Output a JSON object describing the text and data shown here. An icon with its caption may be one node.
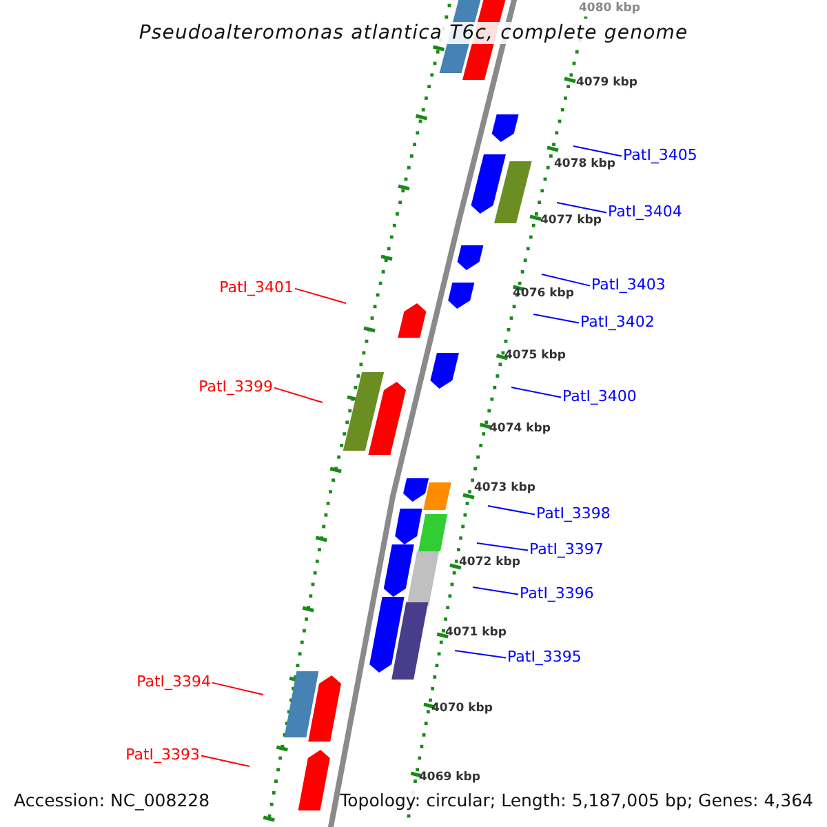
{
  "diagram": {
    "title": "Pseudoalteromonas atlantica T6c, complete genome",
    "nodes": [
      {
        "text": [
          "PatI_3405"
        ]
      },
      {
        "text": [
          "PatI_3404"
        ]
      },
      {
        "text": [
          "PatI_3403"
        ]
      },
      {
        "text": [
          "PatI_3401"
        ]
      },
      {
        "text": [
          "PatI_3402"
        ]
      },
      {
        "text": [
          "PatI_3399"
        ]
      },
      {
        "text": [
          "PatI_3400"
        ]
      },
      {
        "text": [
          "PatI_3398"
        ]
      },
      {
        "text": [
          "PatI_3397"
        ]
      },
      {
        "text": [
          "PatI_3396"
        ]
      },
      {
        "text": [
          "PatI_3395"
        ]
      },
      {
        "text": [
          "PatI_3394"
        ]
      },
      {
        "text": [
          "PatI_3393"
        ]
      }
    ],
    "edges": [
      {
        "from": 0,
        "to": null,
        "arrow": "none"
      },
      {
        "from": 1,
        "to": null,
        "arrow": "none"
      },
      {
        "from": 2,
        "to": null,
        "arrow": "none"
      },
      {
        "from": 3,
        "to": null,
        "arrow": "none",
        "color": "#ff0000"
      },
      {
        "from": 4,
        "to": null,
        "arrow": "none"
      },
      {
        "from": 5,
        "to": null,
        "arrow": "none",
        "color": "#ff0000"
      },
      {
        "from": 6,
        "to": null,
        "arrow": "none"
      },
      {
        "from": 7,
        "to": null,
        "arrow": "none"
      },
      {
        "from": 8,
        "to": null,
        "arrow": "none"
      },
      {
        "from": 9,
        "to": null,
        "arrow": "none"
      },
      {
        "from": 10,
        "to": null,
        "arrow": "none"
      },
      {
        "from": 11,
        "to": null,
        "arrow": "none",
        "color": "#ff0000"
      },
      {
        "from": 12,
        "to": null,
        "arrow": "none",
        "color": "#ff0000"
      }
    ],
    "labels": [
      "4080 kbp",
      "4079 kbp",
      "4078 kbp",
      "4077 kbp",
      "4076 kbp",
      "4075 kbp",
      "4074 kbp",
      "4073 kbp",
      "4072 kbp",
      "4071 kbp",
      "4070 kbp",
      "4069 kbp",
      "Accession: NC_008228",
      "Topology: circular; Length: 5,187,005 bp; Genes: 4,364"
    ]
  }
}
